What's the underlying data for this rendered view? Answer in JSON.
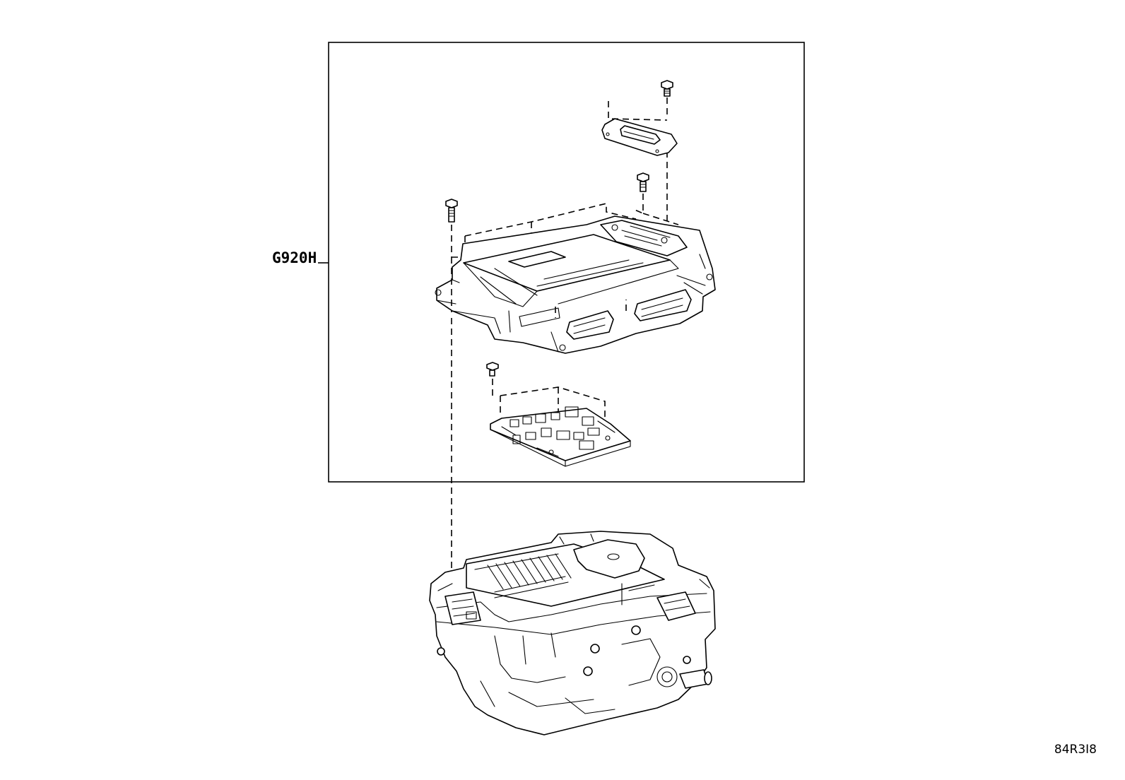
{
  "diagram": {
    "callout": "G920H",
    "illustration_code": "84R3I8",
    "colors": {
      "line": "#000000",
      "background": "#ffffff"
    },
    "components": [
      "bolt",
      "gasket-plate",
      "bolt",
      "bolt",
      "control-unit",
      "bolt",
      "circuit-board",
      "inverter-assembly"
    ]
  }
}
